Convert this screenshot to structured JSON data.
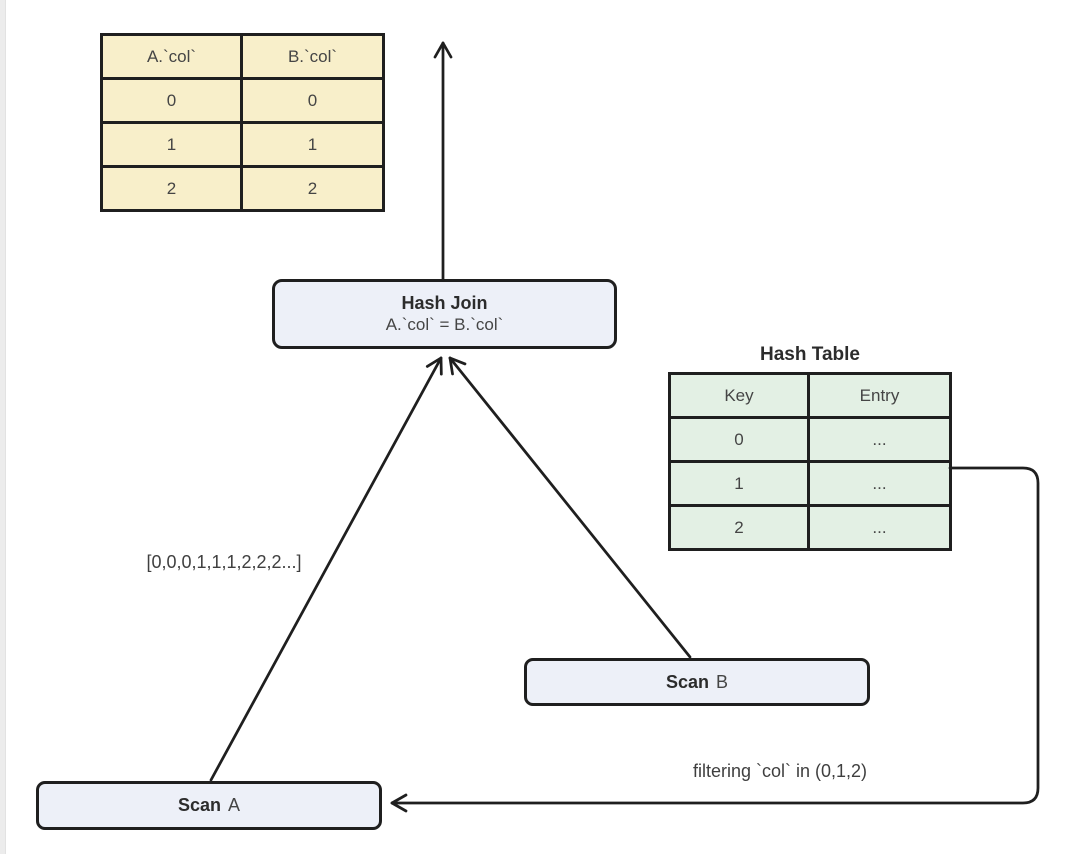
{
  "result_table": {
    "headers": [
      "A.`col`",
      "B.`col`"
    ],
    "rows": [
      [
        "0",
        "0"
      ],
      [
        "1",
        "1"
      ],
      [
        "2",
        "2"
      ]
    ]
  },
  "plan": {
    "hash_join": {
      "title": "Hash Join",
      "condition": "A.`col` = B.`col`"
    },
    "scan_a": {
      "op": "Scan",
      "table": "A"
    },
    "scan_b": {
      "op": "Scan",
      "table": "B"
    }
  },
  "hash_table": {
    "title": "Hash Table",
    "headers": [
      "Key",
      "Entry"
    ],
    "rows": [
      [
        "0",
        "..."
      ],
      [
        "1",
        "..."
      ],
      [
        "2",
        "..."
      ]
    ]
  },
  "annotations": {
    "probe_array": "[0,0,0,1,1,1,2,2,2...]",
    "filter": "filtering `col` in (0,1,2)"
  },
  "colors": {
    "result_fill": "#f8efca",
    "hash_fill": "#e3f0e4",
    "node_fill": "#edf0f8",
    "border": "#1f1f1f",
    "text": "#3d3d3d"
  }
}
